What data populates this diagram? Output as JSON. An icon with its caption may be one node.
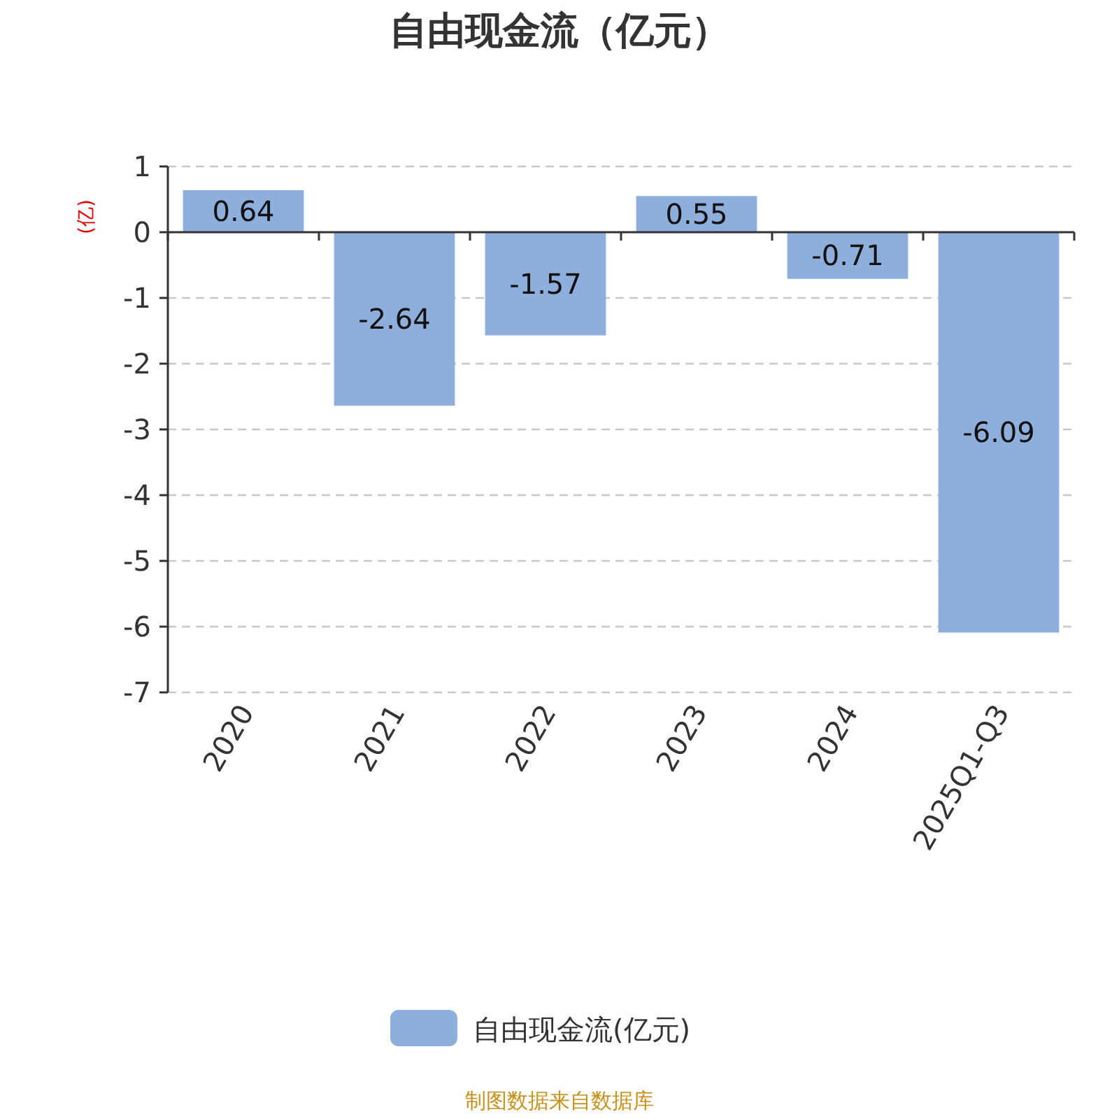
{
  "diagram": {
    "title": "自由现金流（亿元）",
    "chart_data": {
      "type": "bar",
      "ylabel": "(亿)",
      "categories": [
        "2020",
        "2021",
        "2022",
        "2023",
        "2024",
        "2025Q1-Q3"
      ],
      "series": [
        {
          "color": "#8eaedb",
          "values": [
            0.64,
            -2.64,
            -1.57,
            0.55,
            -0.71,
            -6.09
          ]
        }
      ],
      "ylim": [
        -7,
        1
      ],
      "grid": true,
      "yticks": [
        1,
        0,
        -1,
        -2,
        -3,
        -4,
        -5,
        -6,
        -7
      ],
      "data_labels": true
    },
    "legend": [
      {
        "text": "自由现金流(亿元)",
        "color": "#8eaedb"
      }
    ],
    "labels": [
      "制图数据来自数据库"
    ]
  }
}
